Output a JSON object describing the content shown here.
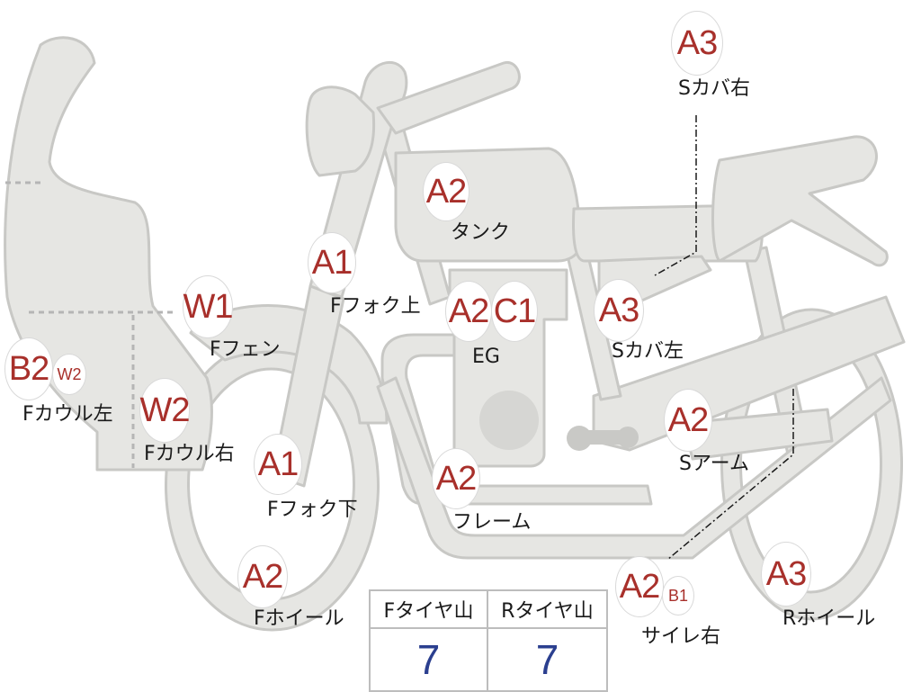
{
  "colors": {
    "part_fill": "#e6e6e3",
    "part_stroke": "#c8c8c5",
    "grade_text": "#a8302b",
    "tire_value": "#2b3f8f"
  },
  "parts": [
    {
      "id": "tank",
      "label": "タンク",
      "grades": [
        "A2"
      ]
    },
    {
      "id": "s-cover-r",
      "label": "Sカバ右",
      "grades": [
        "A3"
      ]
    },
    {
      "id": "f-fork-upper",
      "label": "Fフォク上",
      "grades": [
        "A1"
      ]
    },
    {
      "id": "f-fender",
      "label": "Fフェン",
      "grades": [
        "W1"
      ]
    },
    {
      "id": "engine",
      "label": "EG",
      "grades": [
        "A2",
        "C1"
      ]
    },
    {
      "id": "s-cover-l",
      "label": "Sカバ左",
      "grades": [
        "A3"
      ]
    },
    {
      "id": "f-cowl-l",
      "label": "Fカウル左",
      "grades": [
        "B2",
        "W2"
      ]
    },
    {
      "id": "f-cowl-r",
      "label": "Fカウル右",
      "grades": [
        "W2"
      ]
    },
    {
      "id": "s-arm",
      "label": "Sアーム",
      "grades": [
        "A2"
      ]
    },
    {
      "id": "f-fork-lower",
      "label": "Fフォク下",
      "grades": [
        "A1"
      ]
    },
    {
      "id": "frame",
      "label": "フレーム",
      "grades": [
        "A2"
      ]
    },
    {
      "id": "f-wheel",
      "label": "Fホイール",
      "grades": [
        "A2"
      ]
    },
    {
      "id": "muffler-r",
      "label": "サイレ右",
      "grades": [
        "A2",
        "B1"
      ]
    },
    {
      "id": "r-wheel",
      "label": "Rホイール",
      "grades": [
        "A3"
      ]
    }
  ],
  "tire_table": {
    "headers": [
      "Fタイヤ山",
      "Rタイヤ山"
    ],
    "values": [
      "7",
      "7"
    ]
  }
}
